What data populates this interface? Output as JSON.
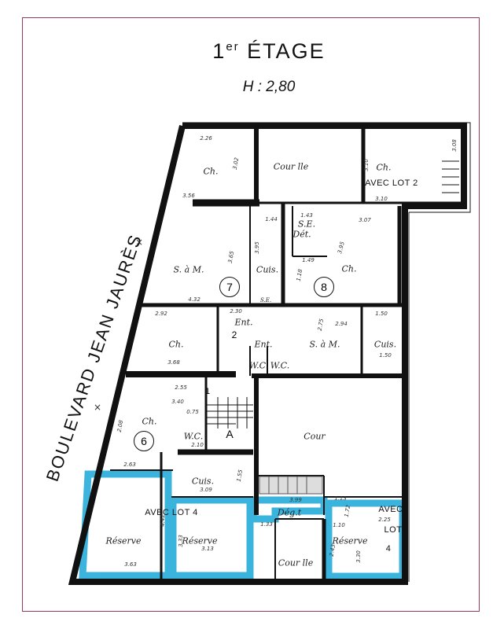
{
  "title": {
    "main": "1",
    "sup": "er",
    "rest": " ÉTAGE"
  },
  "height_label": "H : 2,80",
  "street": "BOULEVARD   JEAN   JAURÈS",
  "colors": {
    "walls": "#111111",
    "highlight": "#1aa7d8",
    "frame": "#9a3a55"
  },
  "rooms": [
    {
      "label": "Ch."
    },
    {
      "label": "Cour lle"
    },
    {
      "label": "Ch."
    },
    {
      "label": "S. à M."
    },
    {
      "label": "Cuis."
    },
    {
      "label": "S.E."
    },
    {
      "label": "Dét."
    },
    {
      "label": "Ch."
    },
    {
      "label": "Ent."
    },
    {
      "label": "Ent."
    },
    {
      "label": "W.C."
    },
    {
      "label": "W.C."
    },
    {
      "label": "Ch."
    },
    {
      "label": "S. à M."
    },
    {
      "label": "Cuis."
    },
    {
      "label": "Ch."
    },
    {
      "label": "W.C."
    },
    {
      "label": "Cour"
    },
    {
      "label": "Cuis."
    },
    {
      "label": "Réserve"
    },
    {
      "label": "Réserve"
    },
    {
      "label": "Dég.t"
    },
    {
      "label": "Cour lle"
    },
    {
      "label": "Réserve"
    },
    {
      "label": "S.E."
    }
  ],
  "lot_notes": {
    "lot2": "AVEC LOT 2",
    "lot4": "AVEC LOT 4",
    "lot4_right_1": "AVEC",
    "lot4_right_2": "LOT",
    "lot4_right_3": "4"
  },
  "apartments": [
    "7",
    "8",
    "6"
  ],
  "landings": [
    "2",
    "1"
  ],
  "staircase": "A",
  "dimensions": [
    "2.26",
    "3.02",
    "3.56",
    "3.10",
    "3.10",
    "3.08",
    "1.44",
    "1.43",
    "3.95",
    "3.65",
    "1.49",
    "3.95",
    "3.07",
    "1.18",
    "4.32",
    "2.92",
    "2.30",
    "2.75",
    "2.94",
    "1.50",
    "1.50",
    "3.68",
    "2.55",
    "3.40",
    "0.75",
    "2.10",
    "2.08",
    "2.63",
    "1.55",
    "3.09",
    "3.99",
    "1.13",
    "1.72",
    "2.25",
    "1.10",
    "1.33",
    "4.42",
    "3.33",
    "3.13",
    "2.43",
    "3.30",
    "3.63"
  ]
}
